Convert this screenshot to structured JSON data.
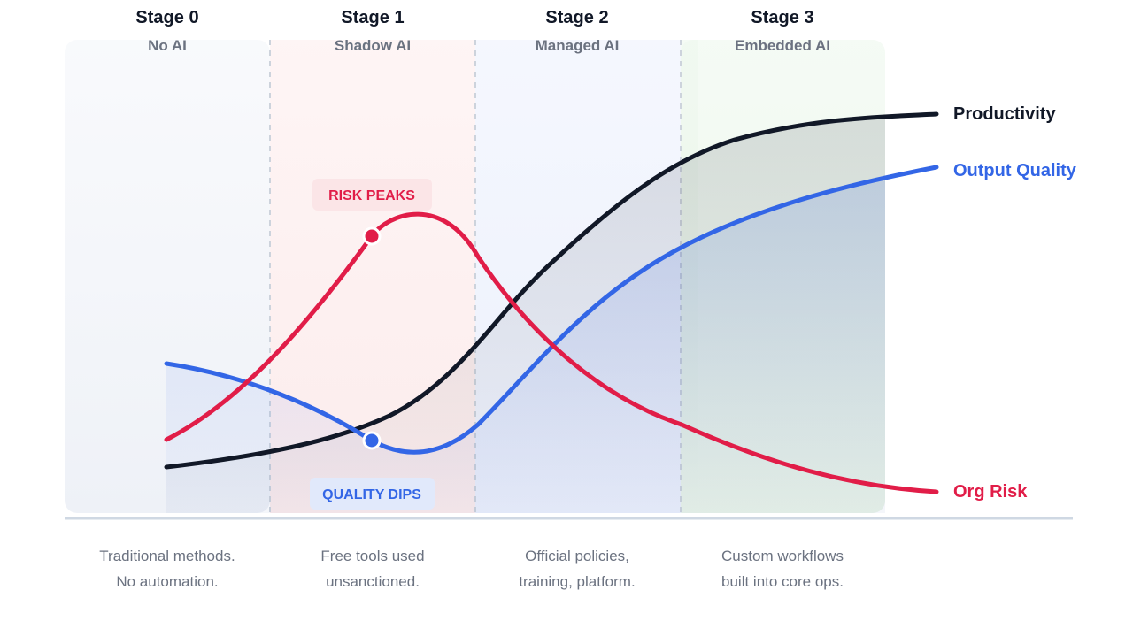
{
  "stages": [
    {
      "title": "Stage 0",
      "subtitle": "No AI",
      "desc_line1": "Traditional methods.",
      "desc_line2": "No automation."
    },
    {
      "title": "Stage 1",
      "subtitle": "Shadow AI",
      "desc_line1": "Free tools used",
      "desc_line2": "unsanctioned."
    },
    {
      "title": "Stage 2",
      "subtitle": "Managed AI",
      "desc_line1": "Official policies,",
      "desc_line2": "training, platform."
    },
    {
      "title": "Stage 3",
      "subtitle": "Embedded AI",
      "desc_line1": "Custom workflows",
      "desc_line2": "built into core ops."
    }
  ],
  "series_labels": {
    "productivity": "Productivity",
    "quality": "Output Quality",
    "risk": "Org Risk"
  },
  "annotations": {
    "risk_peak": "RISK PEAKS",
    "quality_dip": "QUALITY DIPS"
  },
  "colors": {
    "productivity": "#111827",
    "quality": "#3366e6",
    "risk": "#e11d48",
    "stage0_bg": "#f3f5f9",
    "stage1_bg": "#fdf1f1",
    "stage2_bg": "#f1f4fd",
    "stage3_bg": "#f1f8f0"
  }
}
